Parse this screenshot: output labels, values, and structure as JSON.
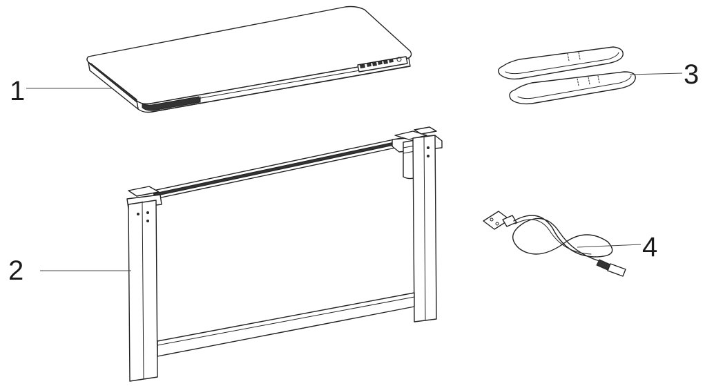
{
  "callouts": [
    {
      "id": "1",
      "label": "1"
    },
    {
      "id": "2",
      "label": "2"
    },
    {
      "id": "3",
      "label": "3"
    },
    {
      "id": "4",
      "label": "4"
    }
  ],
  "colors": {
    "line": "#222222",
    "background": "#ffffff",
    "shade": "#d9d9d9"
  }
}
